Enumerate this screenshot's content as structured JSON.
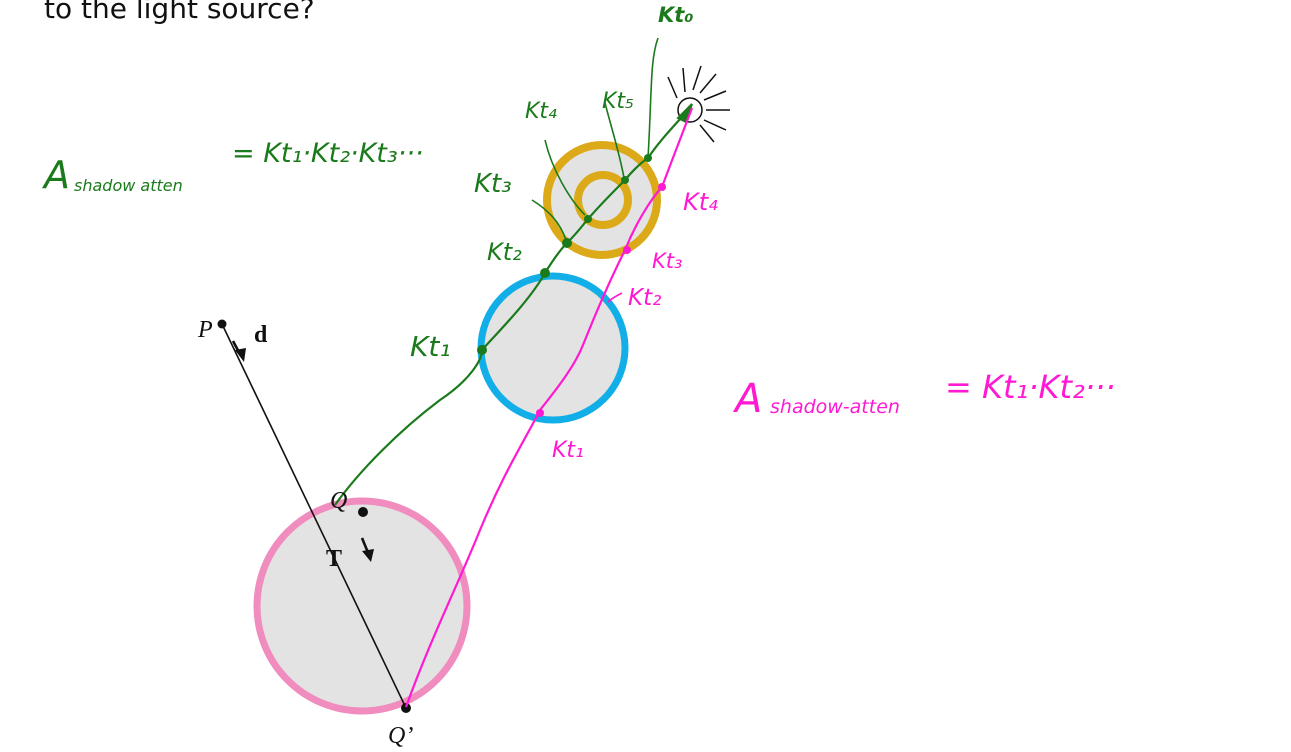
{
  "prompt_text": "to the light source?",
  "labels": {
    "P": "P",
    "d": "d",
    "Q": "Q",
    "T": "T",
    "Q_prime": "Q’"
  },
  "green_annotations": {
    "formula_base": "A",
    "formula_sub": "shadow atten",
    "formula_rhs": "= Kt₁·Kt₂·Kt₃···",
    "kt0": "Kt₀",
    "kt1": "Kt₁",
    "kt2": "Kt₂",
    "kt3": "Kt₃",
    "kt4": "Kt₄",
    "kt5": "Kt₅"
  },
  "magenta_annotations": {
    "formula_base": "A",
    "formula_sub": "shadow-atten",
    "formula_rhs": "= Kt₁·Kt₂···",
    "kt1": "Kt₁",
    "kt2": "Kt₂",
    "kt3": "Kt₃",
    "kt4": "Kt₄"
  },
  "colors": {
    "green": "#1b7a1b",
    "magenta": "#ff19d2",
    "gold": "#dcaa18",
    "blue": "#12aee8",
    "pink": "#f08cbe",
    "fill": "#e3e3e3"
  }
}
